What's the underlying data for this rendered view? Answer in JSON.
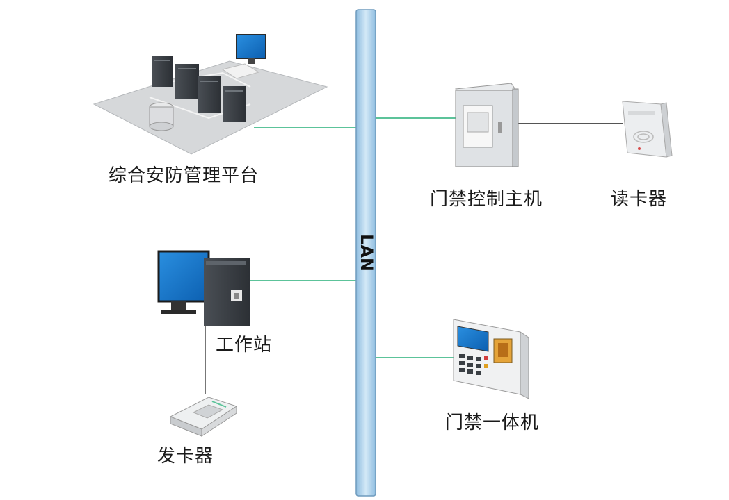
{
  "network": {
    "label": "LAN"
  },
  "nodes": {
    "platform": {
      "label": "综合安防管理平台",
      "icon": "server-cluster-icon"
    },
    "workstation": {
      "label": "工作站",
      "icon": "desktop-computer-icon"
    },
    "card_issuer": {
      "label": "发卡器",
      "icon": "card-issuer-icon"
    },
    "controller": {
      "label": "门禁控制主机",
      "icon": "access-controller-cabinet-icon"
    },
    "card_reader": {
      "label": "读卡器",
      "icon": "card-reader-icon"
    },
    "terminal": {
      "label": "门禁一体机",
      "icon": "access-terminal-icon"
    }
  },
  "colors": {
    "lan_bar": "#b9d9ee",
    "lan_border": "#6f9bbd",
    "link_line": "#5cc39a",
    "device_line": "#555555"
  }
}
